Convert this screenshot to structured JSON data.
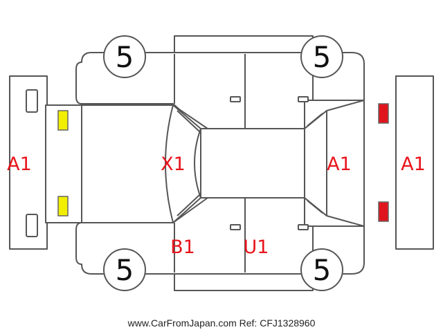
{
  "tires": {
    "front_left": "5",
    "rear_left": "5",
    "front_right": "5",
    "rear_right": "5"
  },
  "codes": {
    "front_bumper": "A1",
    "windshield": "X1",
    "rear_window": "A1",
    "rear_bumper": "A1",
    "front_door_left": "B1",
    "rear_door_left": "U1"
  },
  "lamps": {
    "front_color": "#f2ee00",
    "rear_color": "#e0141c"
  },
  "accent_color": "#e8141c",
  "footer": "www.CarFromJapan.com Ref: CFJ1328960"
}
